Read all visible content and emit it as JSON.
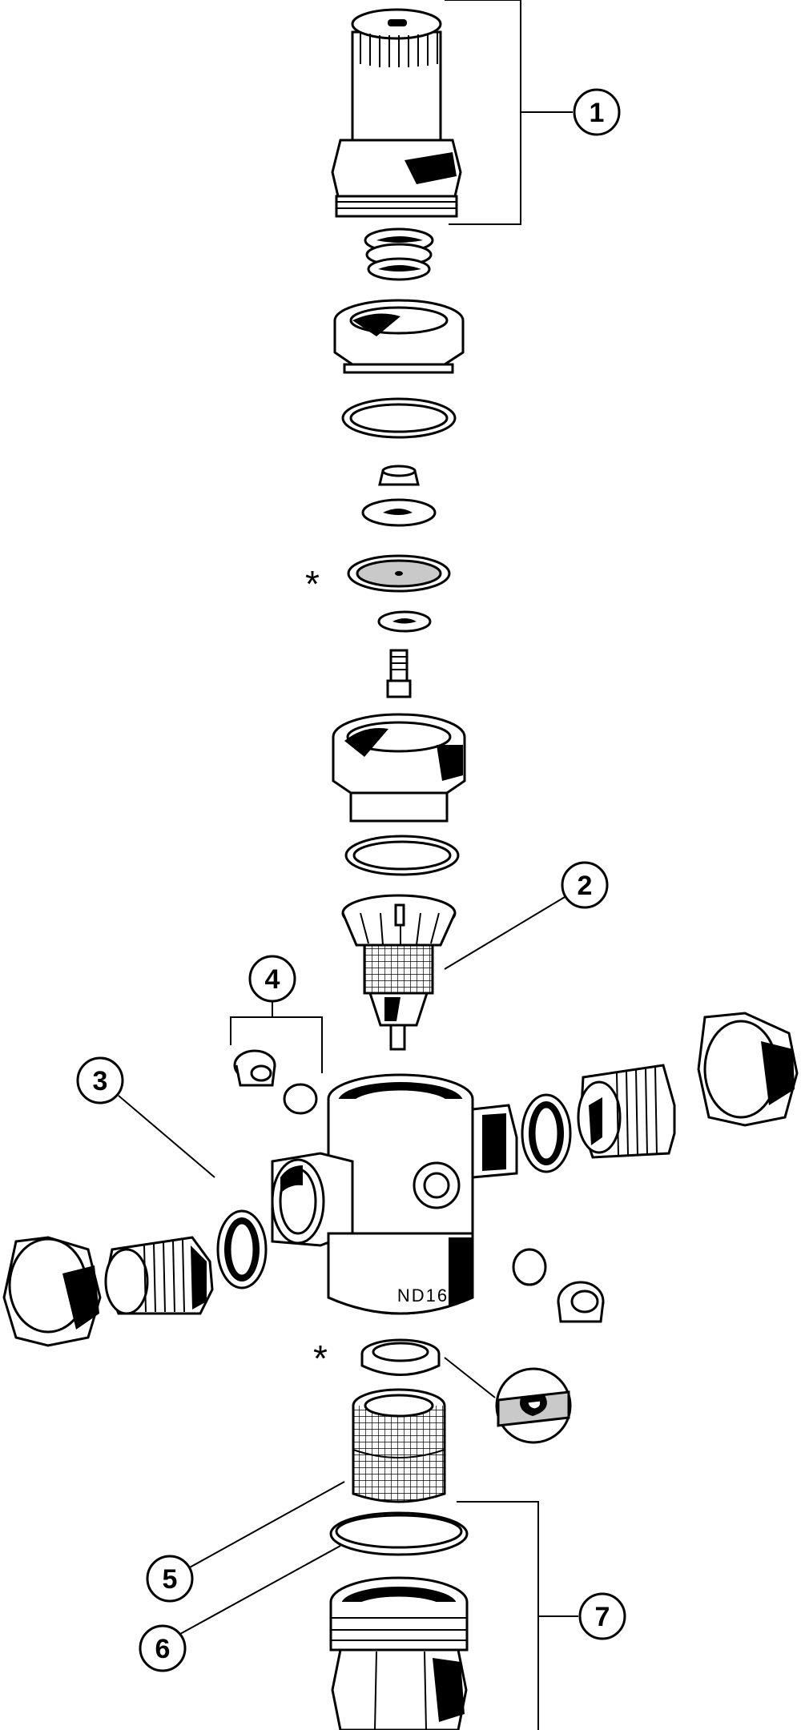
{
  "callouts": [
    {
      "id": "callout-1",
      "text": "1"
    },
    {
      "id": "callout-2",
      "text": "2"
    },
    {
      "id": "callout-3",
      "text": "3"
    },
    {
      "id": "callout-4",
      "text": "4"
    },
    {
      "id": "callout-5",
      "text": "5"
    },
    {
      "id": "callout-6",
      "text": "6"
    },
    {
      "id": "callout-7",
      "text": "7"
    }
  ],
  "asterisk_marker": "*",
  "housing_marking": "ND16",
  "colors": {
    "line": "#000000",
    "background": "#ffffff",
    "shade": "#c9c9c9"
  }
}
